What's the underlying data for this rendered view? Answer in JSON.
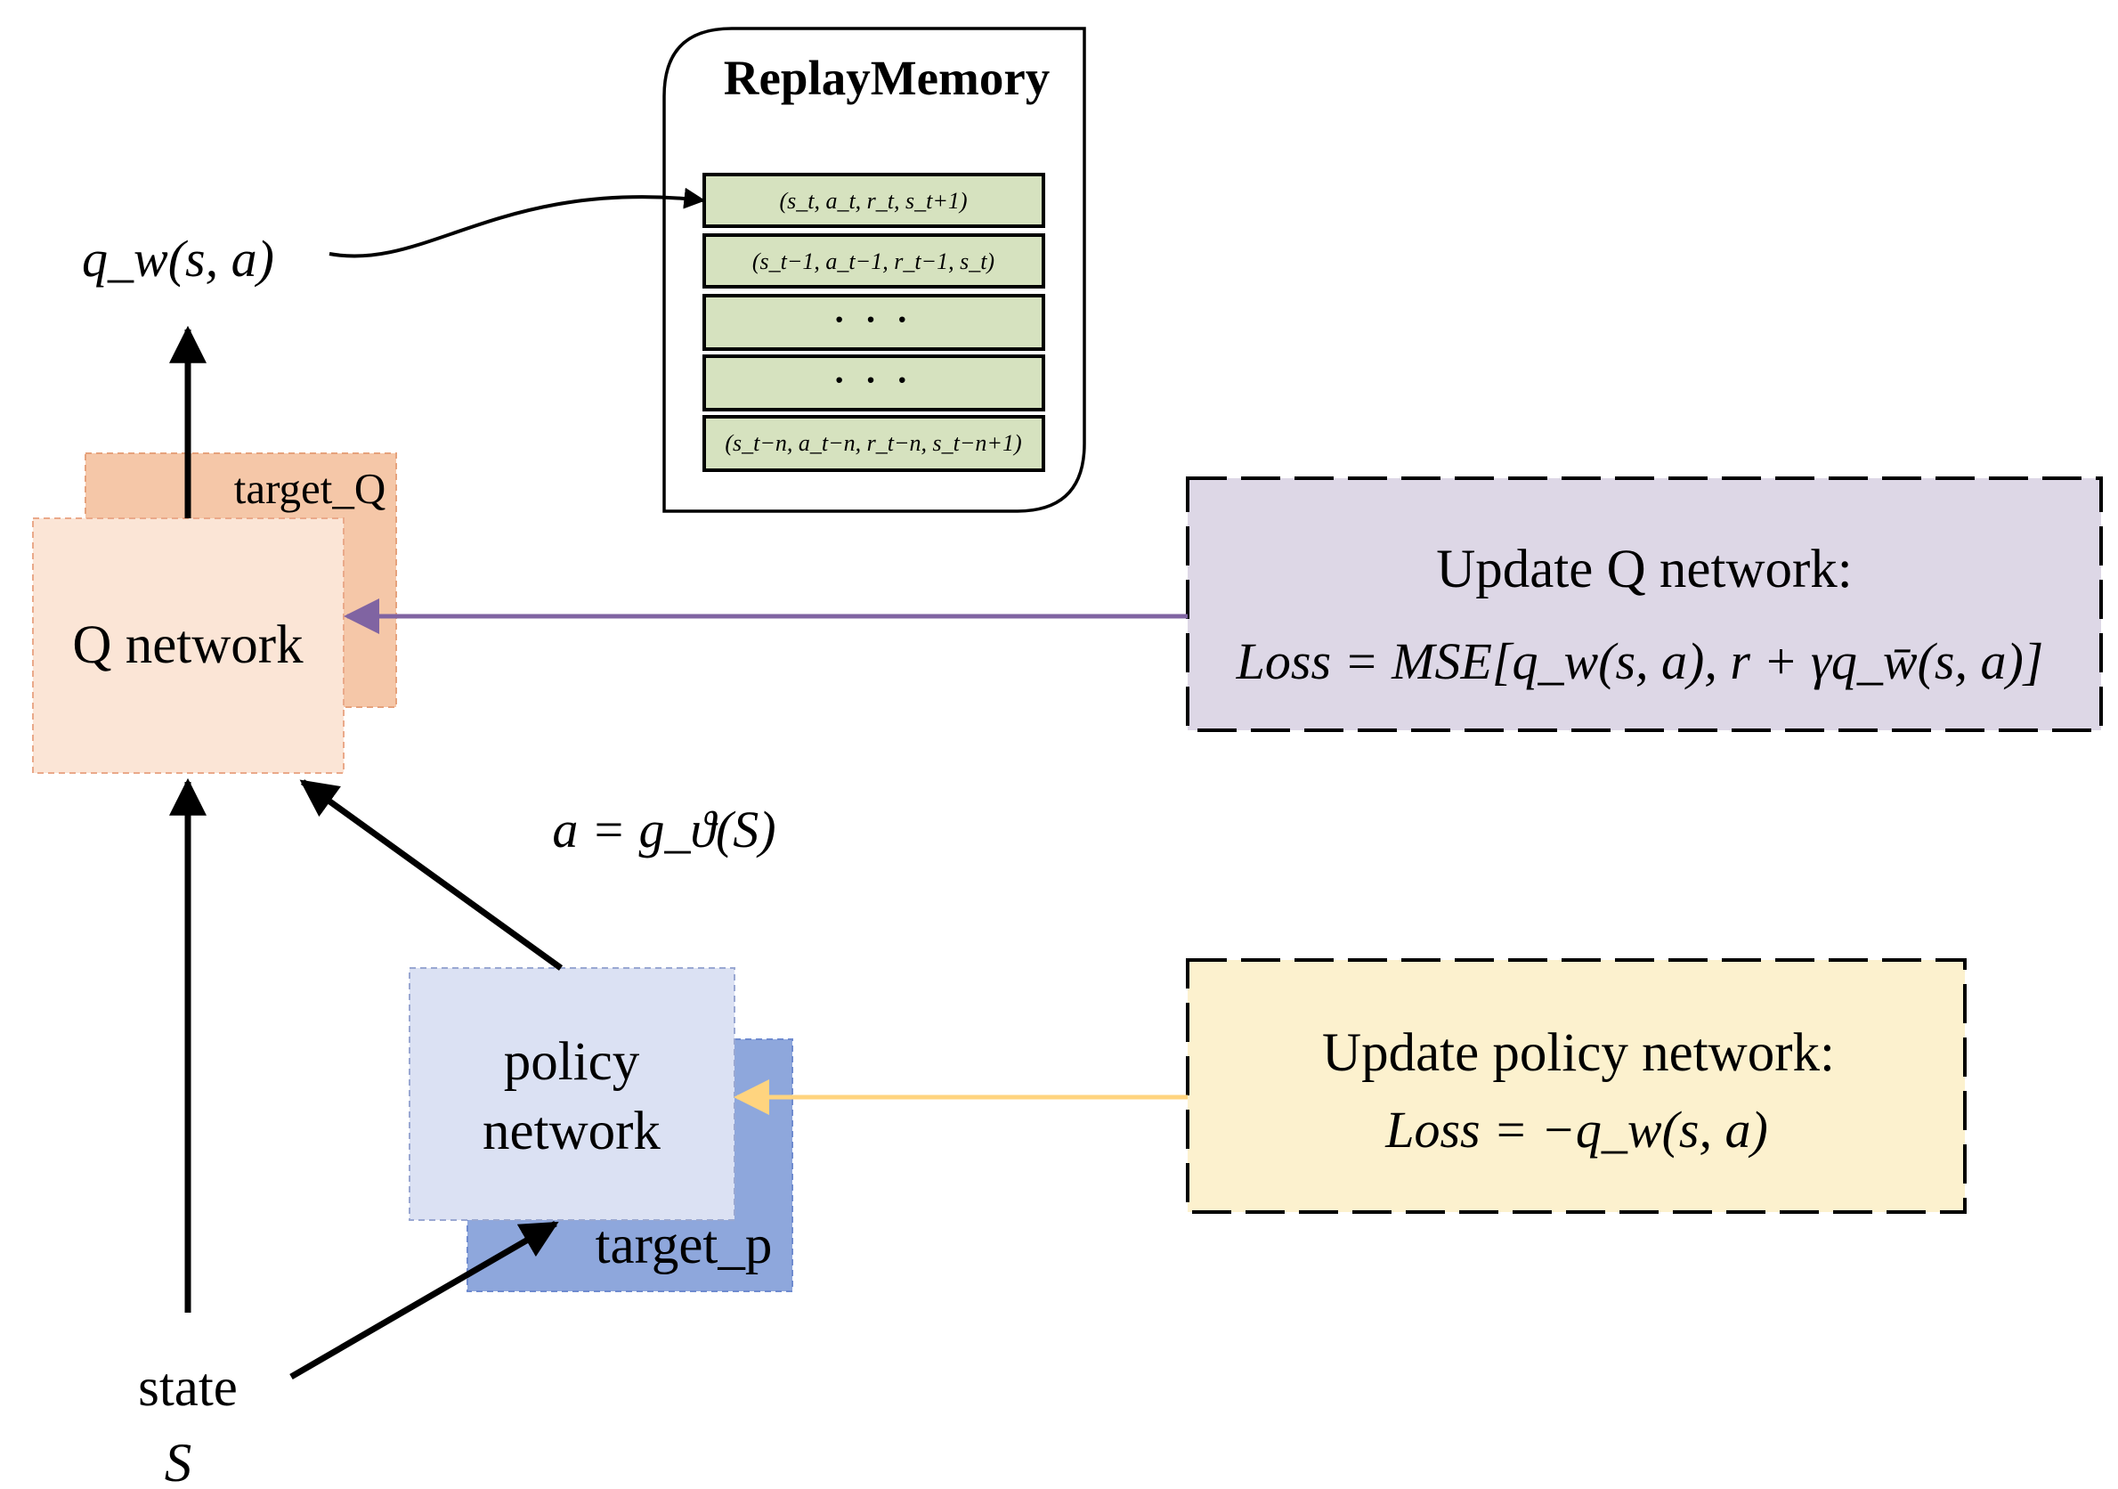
{
  "replay_memory": {
    "title": "ReplayMemory",
    "rows": [
      "(s_t, a_t, r_t, s_t+1)",
      "(s_t−1, a_t−1, r_t−1, s_t)",
      "· · ·",
      "· · ·",
      "(s_t−n, a_t−n, r_t−n, s_t−n+1)"
    ]
  },
  "q_output_label": "q_w(s, a)",
  "action_label": "a = g_ϑ(S)",
  "target_q": {
    "label": "target_Q"
  },
  "q_network": {
    "label": "Q network"
  },
  "policy_network": {
    "label_line1": "policy",
    "label_line2": "network"
  },
  "target_p": {
    "label": "target_p"
  },
  "update_q": {
    "title": "Update Q network:",
    "loss": "Loss = MSE[q_w(s, a), r + γq_w̄(s, a)]"
  },
  "update_policy": {
    "title": "Update policy network:",
    "loss": "Loss = −q_w(s, a)"
  },
  "state": {
    "label": "state",
    "symbol": "S"
  },
  "colors": {
    "target_q_fill": "#f5c7a8",
    "target_q_stroke": "#e6a27c",
    "q_network_fill": "#fbe5d6",
    "q_network_stroke": "#eaa98a",
    "policy_fill": "#dbe1f3",
    "policy_stroke": "#9aa8d2",
    "target_p_fill": "#8ea7dc",
    "target_p_stroke": "#6f8bcf",
    "memory_row_fill": "#d6e2bf",
    "update_q_fill": "#ddd7e6",
    "update_q_arrow": "#8064a2",
    "update_policy_fill": "#fcf1ce",
    "update_policy_arrow": "#ffd47f"
  }
}
